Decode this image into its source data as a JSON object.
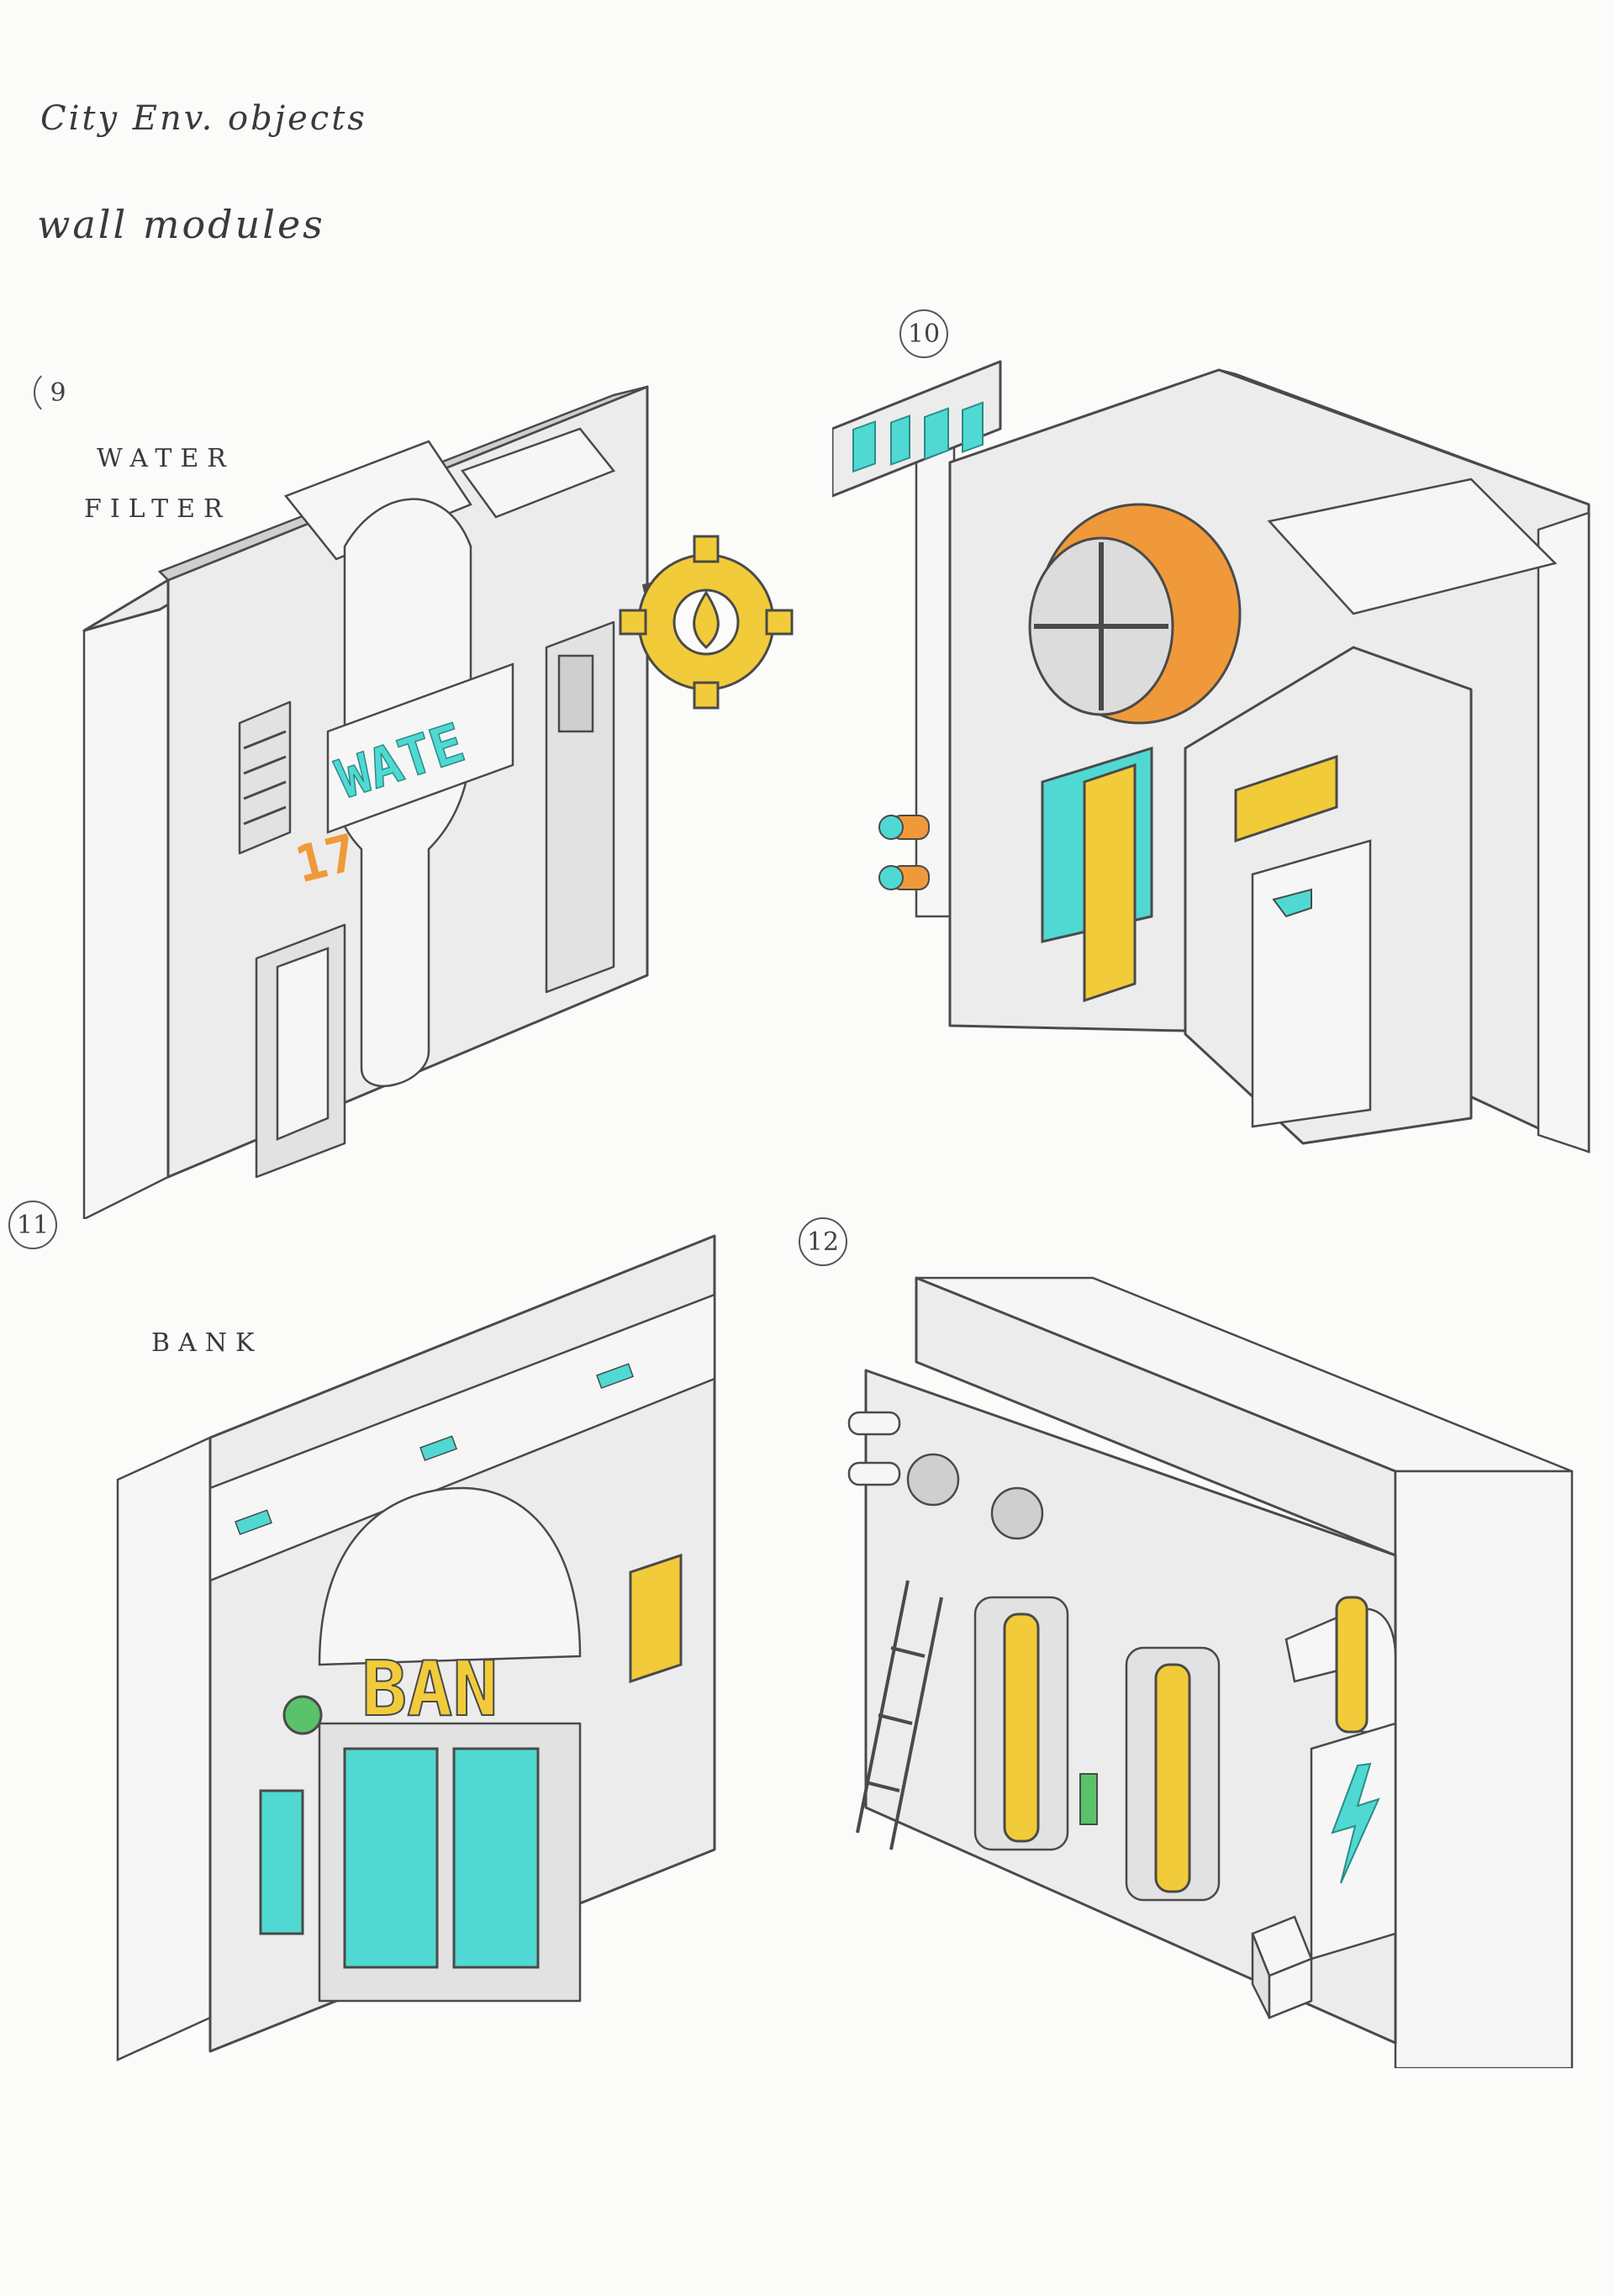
{
  "header": {
    "title": "City Env. objects",
    "subtitle": "wall modules"
  },
  "modules": [
    {
      "number": "9",
      "label_line1": "WATER",
      "label_line2": "FILTER",
      "sign_text": "WATE",
      "panel_number": "17"
    },
    {
      "number": "10"
    },
    {
      "number": "11",
      "label": "BANK",
      "sign_text": "BAN"
    },
    {
      "number": "12"
    }
  ],
  "palette": {
    "cyan": "#4fd9d2",
    "yellow": "#f2cb3a",
    "orange": "#f0993a",
    "green": "#59c26a",
    "line": "#4a4a4a",
    "panel": "#ececec"
  }
}
